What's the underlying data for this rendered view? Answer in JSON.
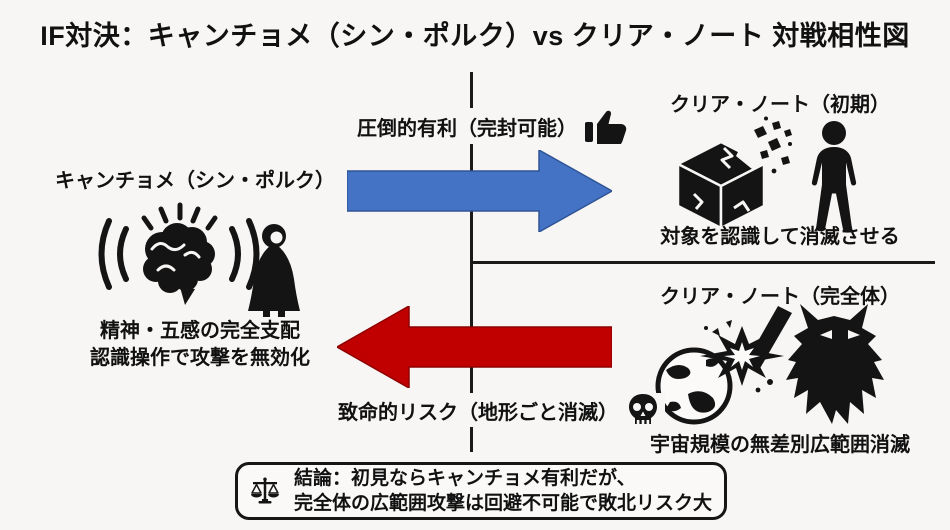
{
  "title": "IF対決：キャンチョメ（シン・ポルク）vs クリア・ノート 対戦相性図",
  "left_character": {
    "name": "キャンチョメ（シン・ポルク）",
    "ability_line1": "精神・五感の完全支配",
    "ability_line2": "認識操作で攻撃を無効化",
    "icons": [
      "brain-waves-icon",
      "cloaked-figure-icon"
    ]
  },
  "right_top_character": {
    "name": "クリア・ノート（初期）",
    "ability": "対象を認識して消滅させる",
    "icons": [
      "shattering-cube-icon",
      "standing-person-icon"
    ]
  },
  "right_bottom_character": {
    "name": "クリア・ノート（完全体）",
    "ability": "宇宙規模の無差別広範囲消滅",
    "icons": [
      "earth-impact-icon",
      "demon-monster-icon"
    ]
  },
  "advantage_arrow": {
    "label": "圧倒的有利（完封可能）",
    "icon": "thumbs-up-icon",
    "direction": "right",
    "color": "#4472c4"
  },
  "risk_arrow": {
    "label": "致命的リスク（地形ごと消滅）",
    "icon": "skull-icon",
    "direction": "left",
    "color": "#c00000"
  },
  "conclusion": {
    "icon": "balance-scale-icon",
    "line1": "結論：初見ならキャンチョメ有利だが、",
    "line2": "完全体の広範囲攻撃は回避不可能で敗北リスク大"
  },
  "colors": {
    "background": "#f8f6f4",
    "ink": "#141414",
    "advantage_blue": "#4472c4",
    "risk_red": "#c00000"
  }
}
